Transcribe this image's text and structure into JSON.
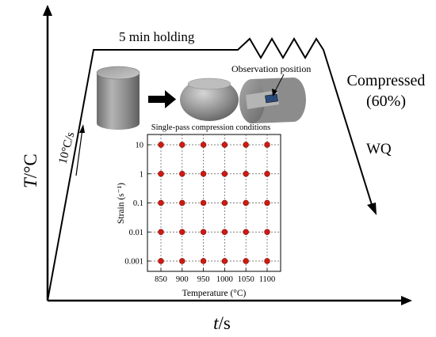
{
  "process": {
    "y_axis_symbol": "T",
    "y_axis_unit": "/°C",
    "x_axis_symbol": "t",
    "x_axis_unit": "/s",
    "heating_rate": "10°C/s",
    "holding": "5 min holding",
    "compressed_line1": "Compressed",
    "compressed_line2": "(60%)",
    "quench": "WQ",
    "observation": "Observation position"
  },
  "colors": {
    "line": "#000000",
    "marker": "#d11a12",
    "grid": "#555555",
    "cylinder": "#8f8f8f",
    "sample_mark": "#2b4a7a"
  },
  "chart_data": {
    "type": "scatter",
    "title": "Single-pass compression conditions",
    "xlabel": "Temperature (°C)",
    "ylabel": "Strain (s⁻¹)",
    "x_ticks": [
      "850",
      "900",
      "950",
      "1000",
      "1050",
      "1100"
    ],
    "y_ticks": [
      "10",
      "1",
      "0.1",
      "0.01",
      "0.001"
    ],
    "y_scale": "log",
    "grid": true,
    "points": [
      [
        850,
        10
      ],
      [
        900,
        10
      ],
      [
        950,
        10
      ],
      [
        1000,
        10
      ],
      [
        1050,
        10
      ],
      [
        1100,
        10
      ],
      [
        850,
        1
      ],
      [
        900,
        1
      ],
      [
        950,
        1
      ],
      [
        1000,
        1
      ],
      [
        1050,
        1
      ],
      [
        1100,
        1
      ],
      [
        850,
        0.1
      ],
      [
        900,
        0.1
      ],
      [
        950,
        0.1
      ],
      [
        1000,
        0.1
      ],
      [
        1050,
        0.1
      ],
      [
        1100,
        0.1
      ],
      [
        850,
        0.01
      ],
      [
        900,
        0.01
      ],
      [
        950,
        0.01
      ],
      [
        1000,
        0.01
      ],
      [
        1050,
        0.01
      ],
      [
        1100,
        0.01
      ],
      [
        850,
        0.001
      ],
      [
        900,
        0.001
      ],
      [
        950,
        0.001
      ],
      [
        1000,
        0.001
      ],
      [
        1050,
        0.001
      ],
      [
        1100,
        0.001
      ]
    ]
  }
}
